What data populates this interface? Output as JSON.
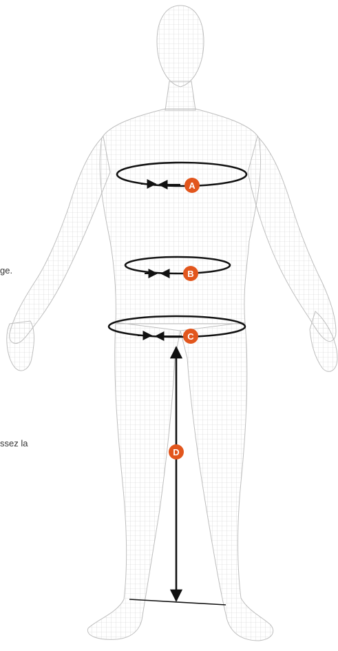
{
  "side_text": {
    "line1": "ge.",
    "line2": "ssez la"
  },
  "markers": {
    "chest": "A",
    "waist": "B",
    "hip": "C",
    "inseam": "D"
  },
  "colors": {
    "badge": "#e2561d",
    "line": "#111111",
    "mesh": "#cfcfcf"
  }
}
